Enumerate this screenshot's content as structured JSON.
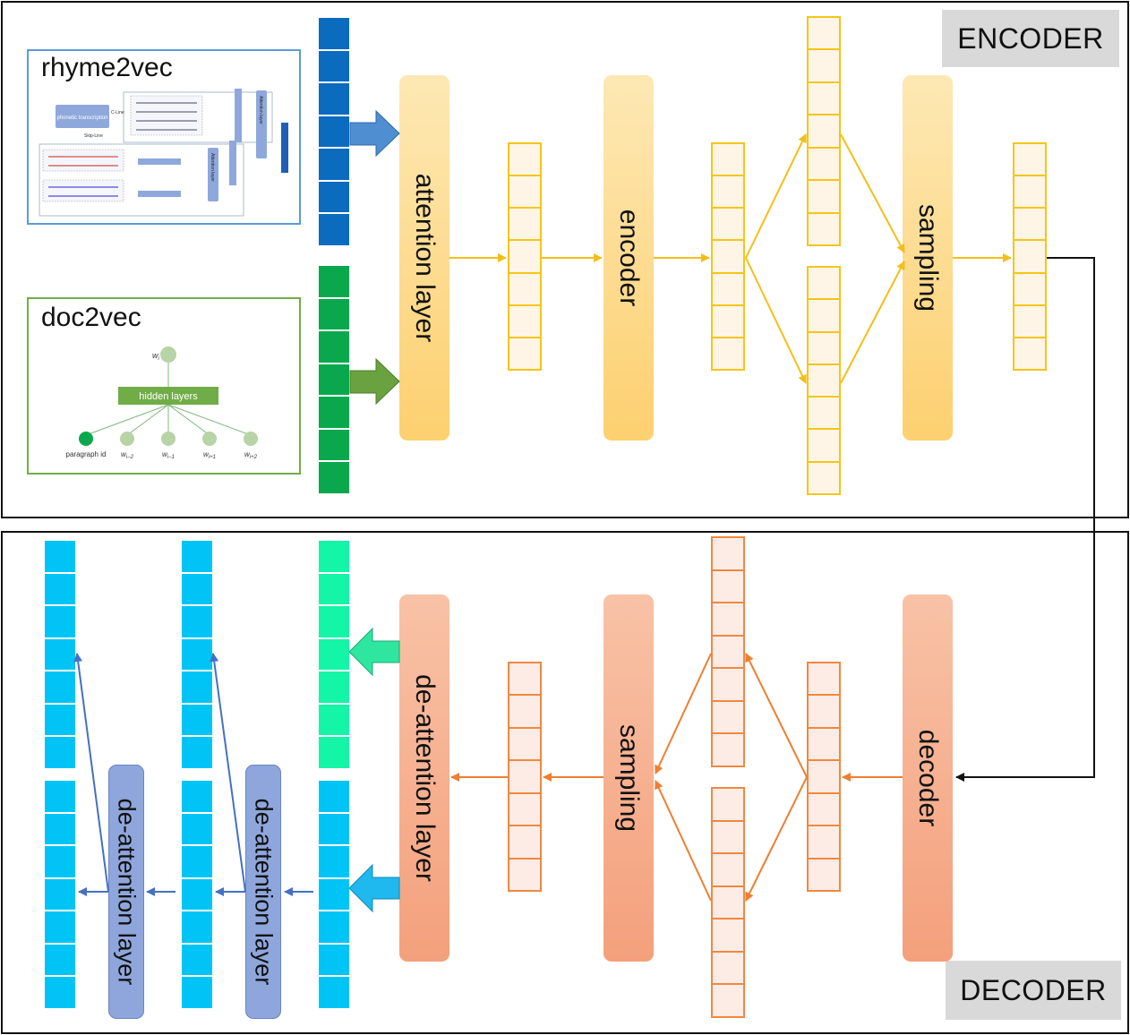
{
  "encoder_tag": "ENCODER",
  "decoder_tag": "DECODER",
  "rhyme2vec": {
    "title": "rhyme2vec",
    "phonetic_box": "phonetic transcription",
    "c_line": "C-Line",
    "skip_line": "Skip-Line",
    "attention_label": "Attention layer"
  },
  "doc2vec": {
    "title": "doc2vec",
    "hidden_layers": "hidden layers",
    "paragraph_id": "paragraph id",
    "wi": "w",
    "wi_sub": "i",
    "w_words": [
      {
        "base": "w",
        "sub": "i−2"
      },
      {
        "base": "w",
        "sub": "i−1"
      },
      {
        "base": "w",
        "sub": "i+1"
      },
      {
        "base": "w",
        "sub": "i+2"
      }
    ]
  },
  "encoder": {
    "attention_layer": "attention layer",
    "encoder_label": "encoder",
    "sampling_label": "sampling"
  },
  "decoder": {
    "decoder_label": "decoder",
    "sampling_label": "sampling",
    "de_attention_label": "de-attention layer",
    "small_de_attention_1": "de-attention layer",
    "small_de_attention_2": "de-attention layer"
  },
  "colors": {
    "blue_input": "#0a6bbf",
    "green_input": "#0aa84c",
    "cyan": "#00c4f5",
    "mint": "#14f5a8",
    "enc_cell_border": "#f5c518",
    "enc_cell_fill": "#fff5e6",
    "enc_box": "#fdd98c",
    "enc_arrow": "#f5be19",
    "dec_cell_border": "#f08840",
    "dec_cell_fill": "#fdece6",
    "dec_box": "#f6aa88",
    "dec_arrow": "#ef7e30",
    "purple_box": "#8ea6db",
    "purple_arrow": "#4570c4"
  }
}
